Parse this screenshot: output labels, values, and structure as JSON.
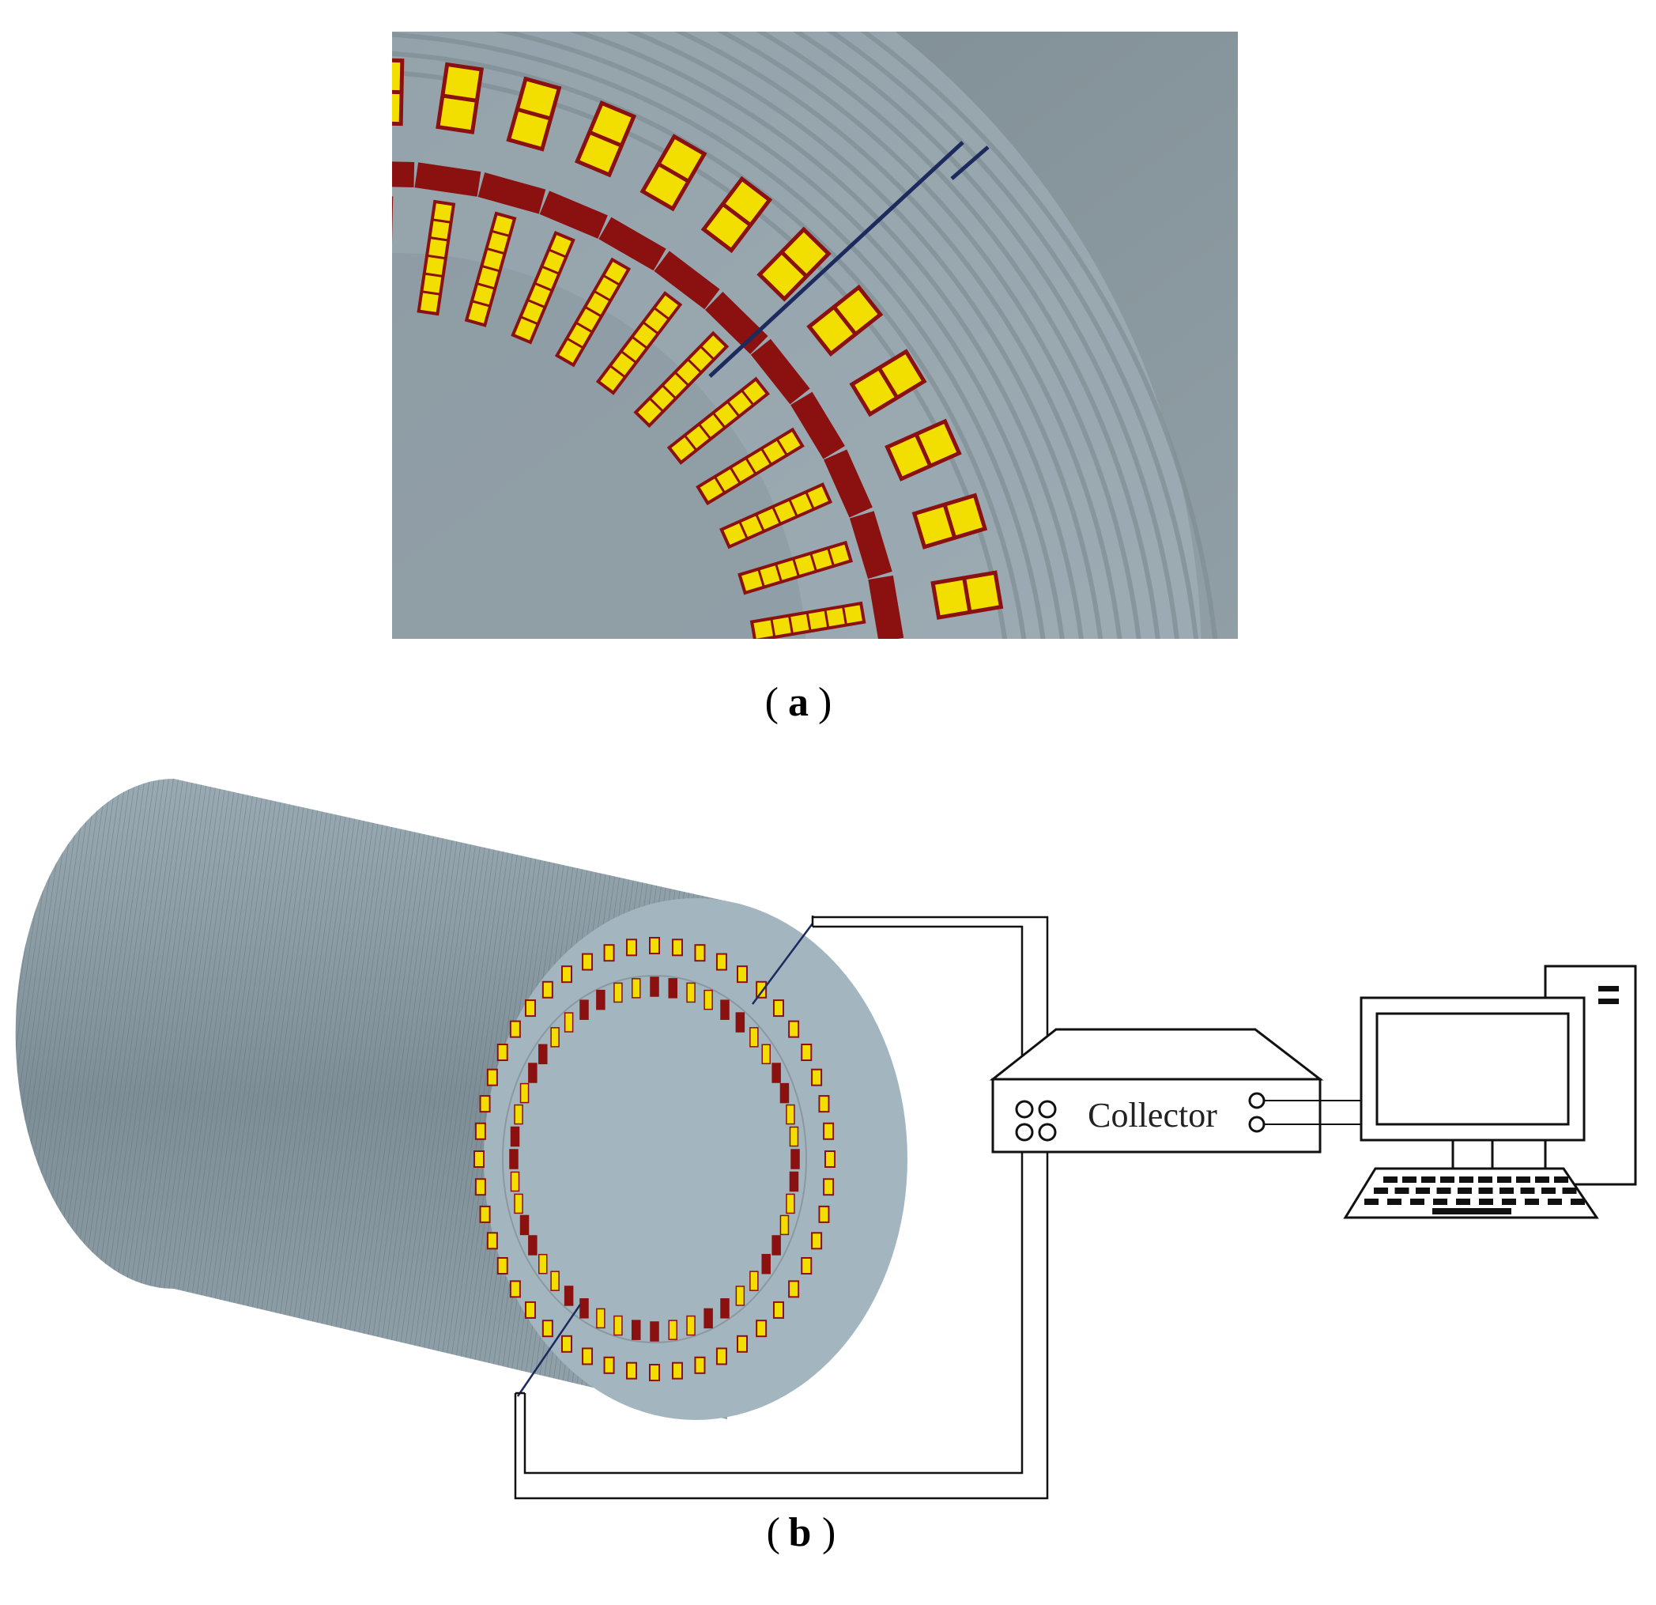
{
  "panel_a": {
    "caption_open": "(",
    "caption_letter": "a",
    "caption_close": ")"
  },
  "panel_b": {
    "caption_open": "(",
    "caption_letter": "b",
    "caption_close": ")",
    "collector_label": "Collector"
  },
  "colors": {
    "iron": "#8e9ea6",
    "iron_dark": "#6f7f88",
    "face": "#a3b6c0",
    "coil_yellow": "#f2df00",
    "coil_border": "#c8a000",
    "winding_red": "#8b1010",
    "probe_wire": "#1c2a5e"
  }
}
